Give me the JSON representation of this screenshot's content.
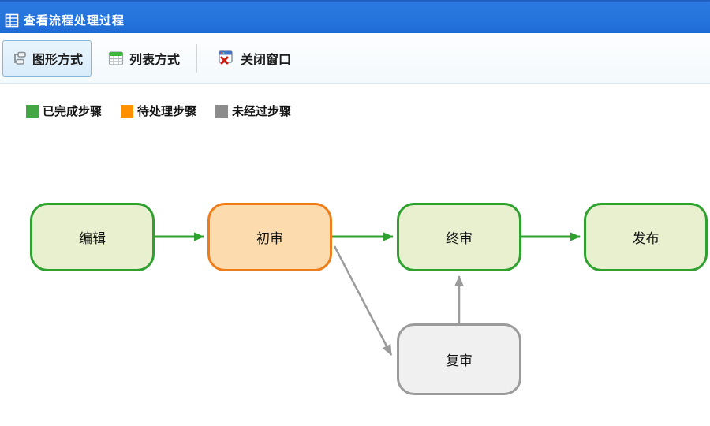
{
  "window": {
    "title": "查看流程处理过程",
    "titlebar_color": "#2474dc"
  },
  "toolbar": {
    "buttons": [
      {
        "label": "图形方式",
        "icon": "org-chart-icon",
        "active": true
      },
      {
        "label": "列表方式",
        "icon": "table-grid-icon",
        "active": false
      },
      {
        "label": "关闭窗口",
        "icon": "close-window-icon",
        "active": false
      }
    ]
  },
  "legend": {
    "items": [
      {
        "label": "已完成步骤",
        "status": "completed",
        "color": "#43a843"
      },
      {
        "label": "待处理步骤",
        "status": "pending",
        "color": "#ff9000"
      },
      {
        "label": "未经过步骤",
        "status": "unvisited",
        "color": "#8c8c8c"
      }
    ]
  },
  "flowchart": {
    "nodes": [
      {
        "id": "edit",
        "label": "编辑",
        "status": "completed"
      },
      {
        "id": "initial-review",
        "label": "初审",
        "status": "pending"
      },
      {
        "id": "final-review",
        "label": "终审",
        "status": "completed"
      },
      {
        "id": "publish",
        "label": "发布",
        "status": "completed"
      },
      {
        "id": "re-review",
        "label": "复审",
        "status": "unvisited"
      }
    ],
    "edges": [
      {
        "from": "edit",
        "to": "initial-review",
        "color": "#2fa12f"
      },
      {
        "from": "initial-review",
        "to": "final-review",
        "color": "#2fa12f"
      },
      {
        "from": "final-review",
        "to": "publish",
        "color": "#2fa12f"
      },
      {
        "from": "initial-review",
        "to": "re-review",
        "color": "#9b9b9b"
      },
      {
        "from": "re-review",
        "to": "final-review",
        "color": "#9b9b9b"
      }
    ],
    "status_colors": {
      "completed": {
        "fill": "#e8f0cf",
        "border": "#2fa12f"
      },
      "pending": {
        "fill": "#fcdcae",
        "border": "#ef7d1a"
      },
      "unvisited": {
        "fill": "#f0f0f0",
        "border": "#9b9b9b"
      }
    }
  }
}
